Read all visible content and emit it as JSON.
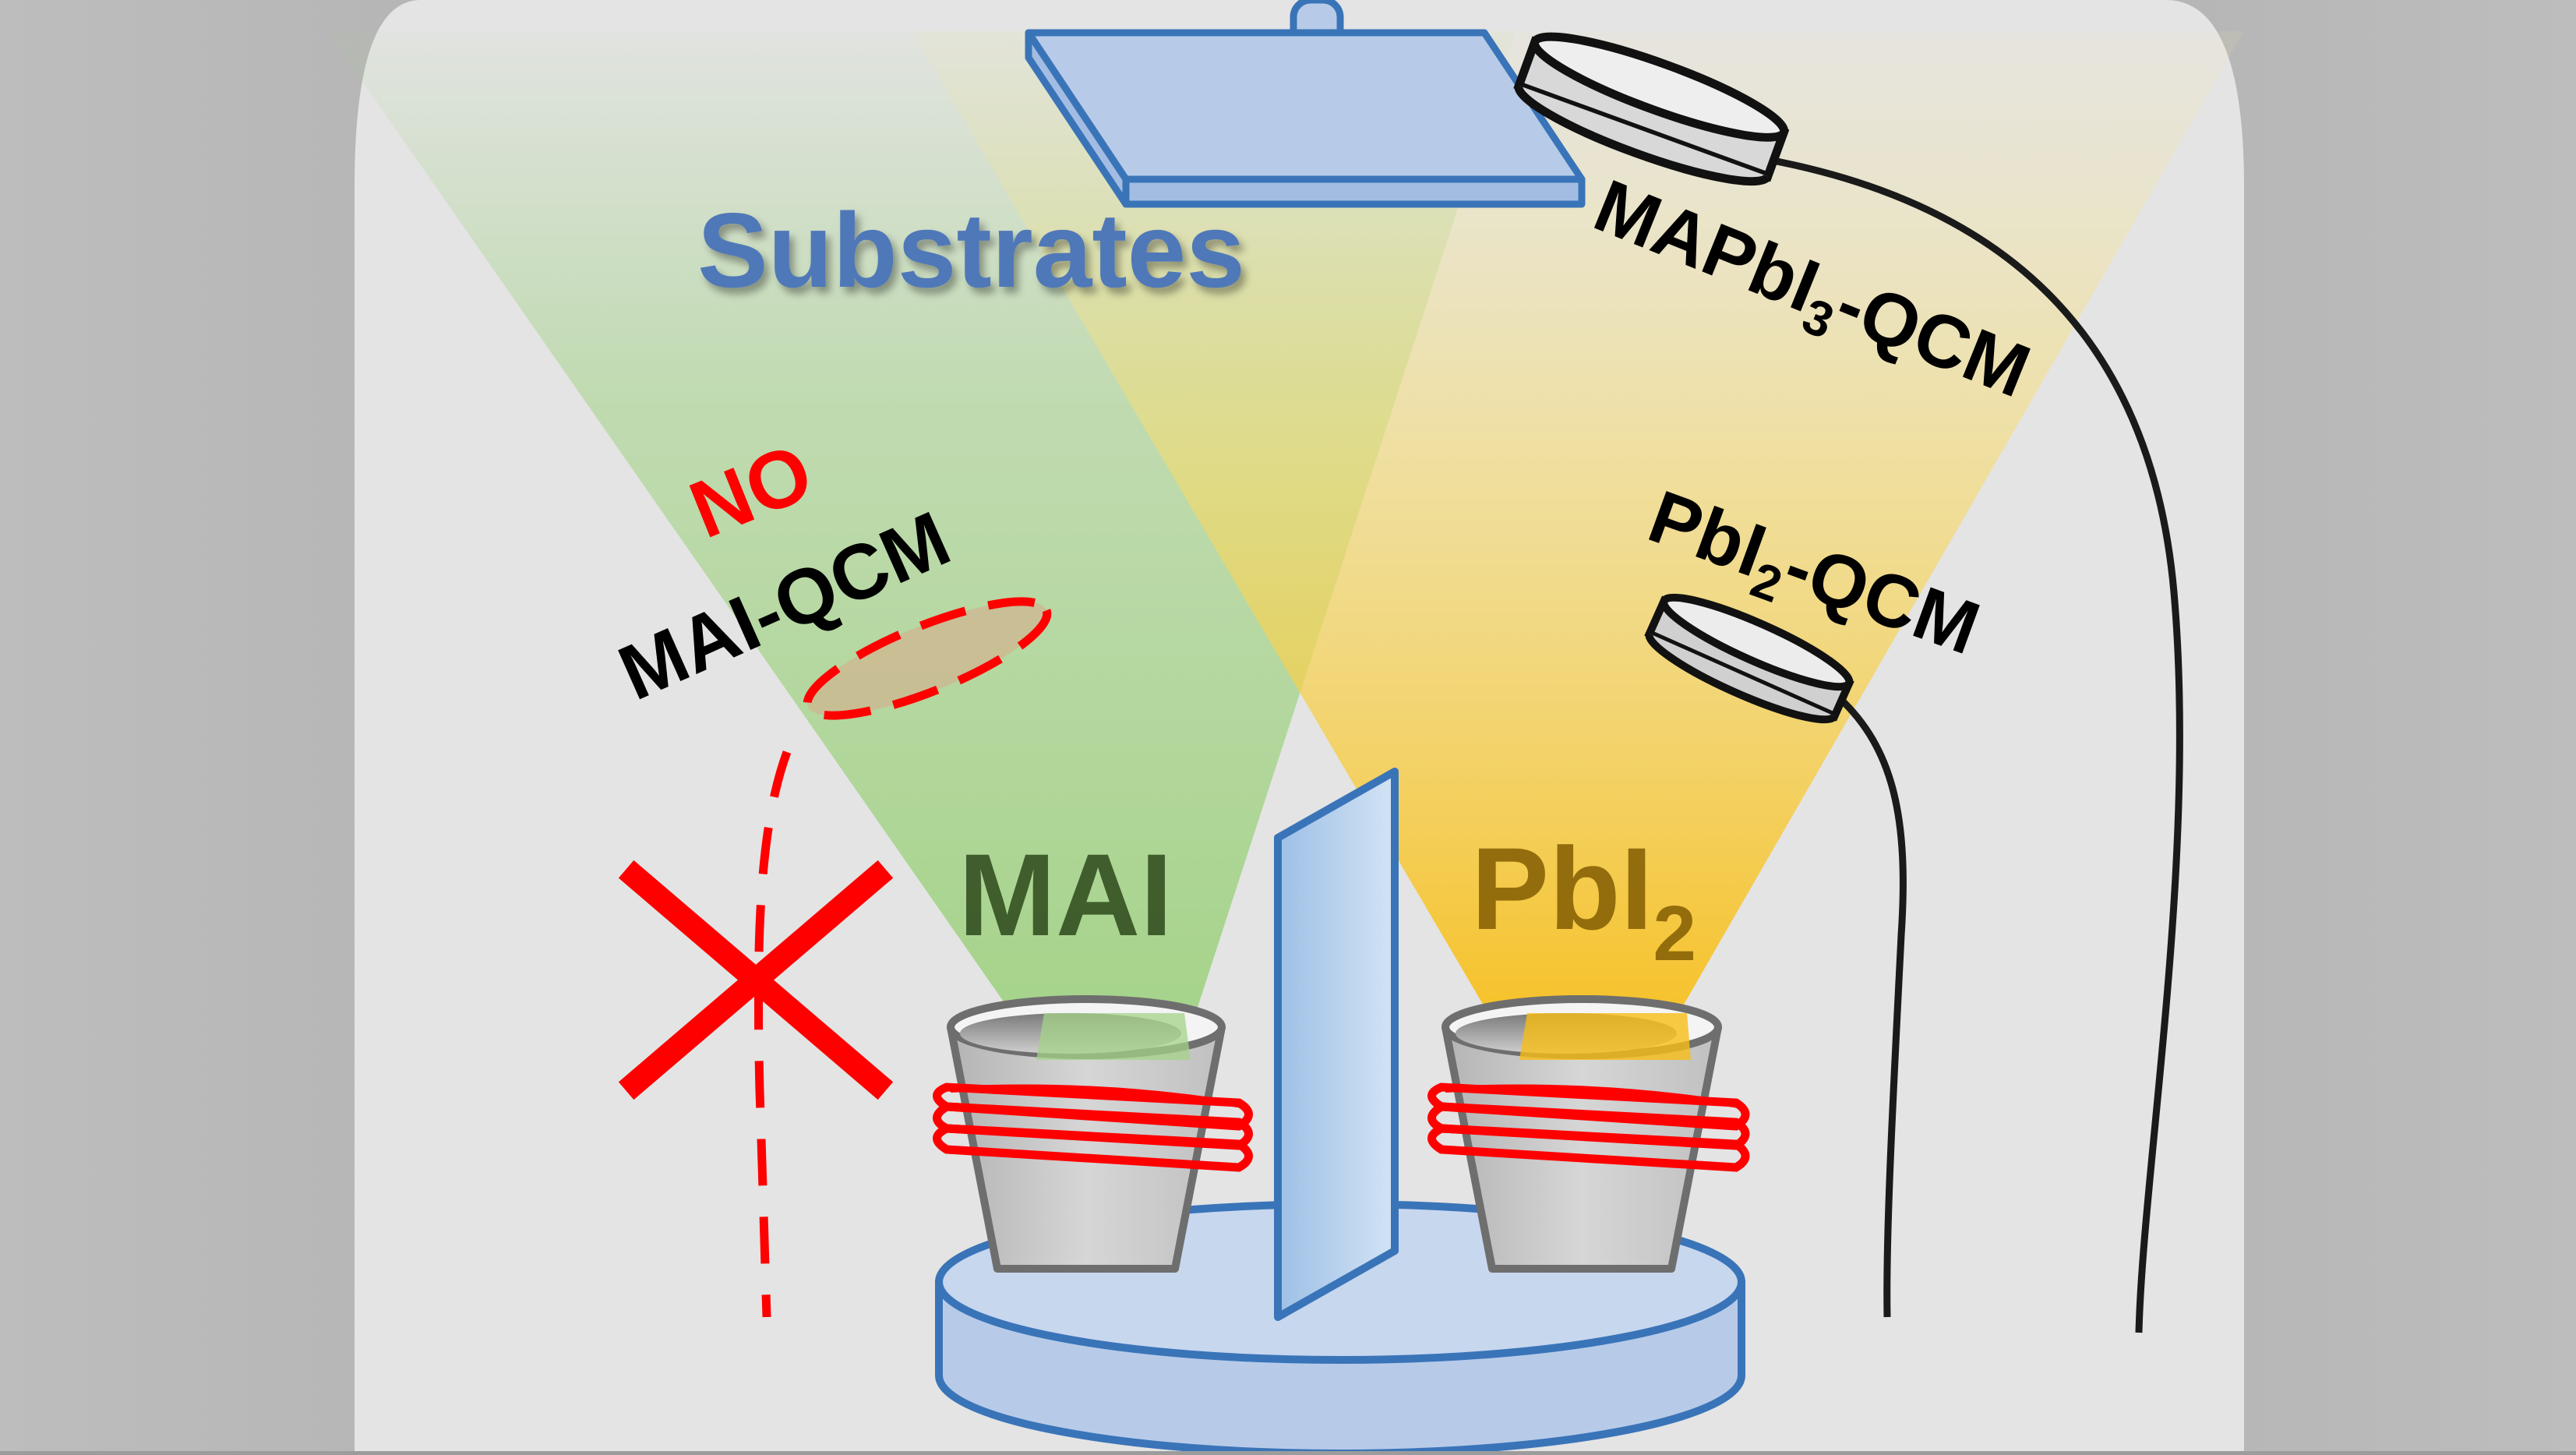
{
  "labels": {
    "substrates": "Substrates",
    "mapbi3_qcm_prefix": "MAPbI",
    "mapbi3_qcm_sub": "3",
    "mapbi3_qcm_suffix": "-QCM",
    "pbi2_qcm_prefix": "PbI",
    "pbi2_qcm_sub": "2",
    "pbi2_qcm_suffix": "-QCM",
    "no": "NO",
    "mai_qcm": "MAI-QCM",
    "mai_source": "MAI",
    "pbi2_source_prefix": "PbI",
    "pbi2_source_sub": "2"
  },
  "colors": {
    "background_outer": "#9c9c9c",
    "chamber": "#e4e4e4",
    "blue_fill": "#b7cbe9",
    "blue_stroke": "#3a74b8",
    "substrates_text": "#4f78b8",
    "mai_beam": "#a4d388",
    "pbi2_beam": "#f7bd16",
    "red": "#ff0000",
    "mai_text": "#365224",
    "pbi2_text": "#8a6508",
    "crucible_fill": "#c8c8c8",
    "crucible_stroke": "#6e6e6e"
  }
}
